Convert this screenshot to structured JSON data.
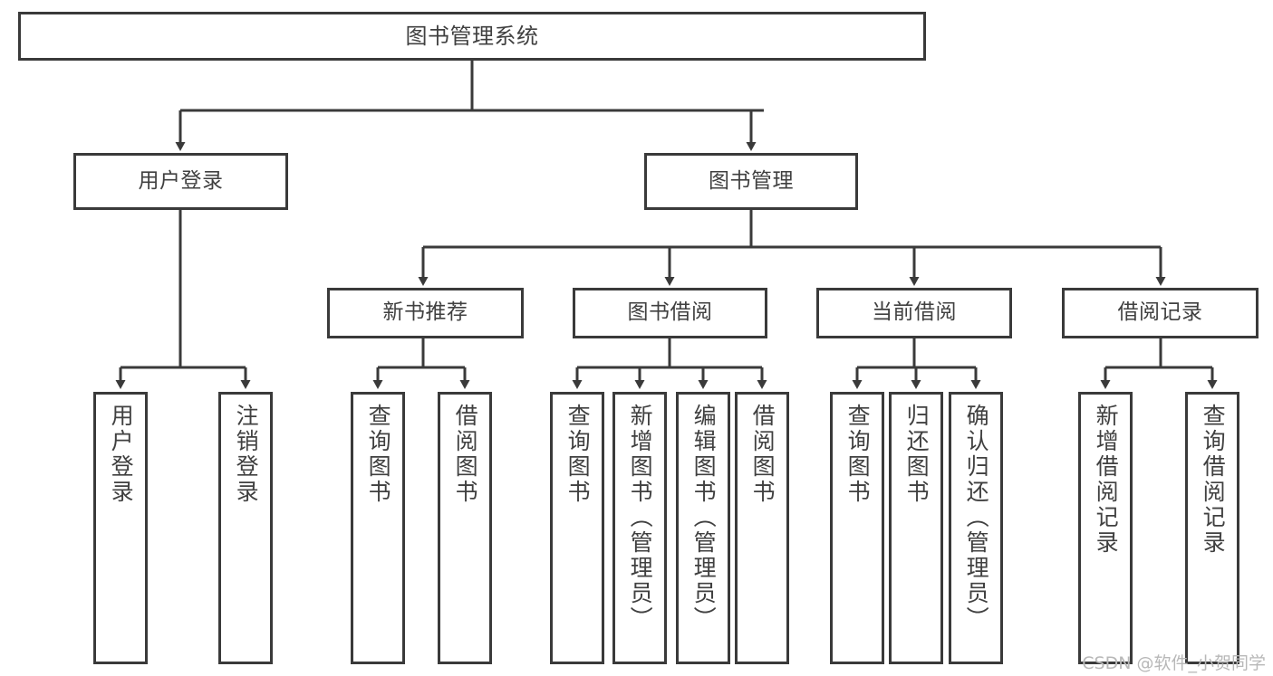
{
  "diagram": {
    "type": "tree-hierarchy",
    "title": "图书管理系统",
    "orientation": "top-down",
    "colors": {
      "box_border": "#3a3a3a",
      "box_fill": "#ffffff",
      "connector": "#3a3a3a",
      "text": "#404040",
      "watermark": "#b8b8b8",
      "background": "#ffffff"
    }
  },
  "root": {
    "label": "图书管理系统"
  },
  "level1": [
    {
      "label": "用户登录"
    },
    {
      "label": "图书管理"
    }
  ],
  "level2": [
    {
      "label": "新书推荐"
    },
    {
      "label": "图书借阅"
    },
    {
      "label": "当前借阅"
    },
    {
      "label": "借阅记录"
    }
  ],
  "leaves": {
    "user_login": [
      {
        "label": "用户登录"
      },
      {
        "label": "注销登录"
      }
    ],
    "new_book_recommend": [
      {
        "label": "查询图书"
      },
      {
        "label": "借阅图书"
      }
    ],
    "book_borrow": [
      {
        "label": "查询图书"
      },
      {
        "label": "新增图书（管理员）"
      },
      {
        "label": "编辑图书（管理员）"
      },
      {
        "label": "借阅图书"
      }
    ],
    "current_borrow": [
      {
        "label": "查询图书"
      },
      {
        "label": "归还图书"
      },
      {
        "label": "确认归还（管理员）"
      }
    ],
    "borrow_record": [
      {
        "label": "新增借阅记录"
      },
      {
        "label": "查询借阅记录"
      }
    ]
  },
  "watermark": {
    "text": "CSDN @软件_小贺同学"
  }
}
